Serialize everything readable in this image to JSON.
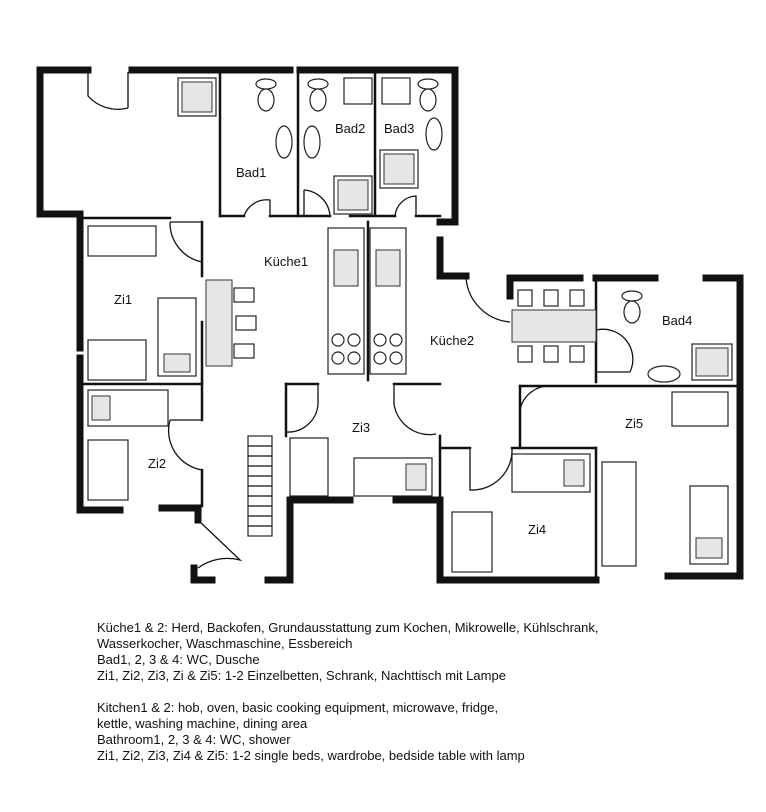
{
  "rooms": {
    "bad1": "Bad1",
    "bad2": "Bad2",
    "bad3": "Bad3",
    "bad4": "Bad4",
    "kueche1": "Küche1",
    "kueche2": "Küche2",
    "zi1": "Zi1",
    "zi2": "Zi2",
    "zi3": "Zi3",
    "zi4": "Zi4",
    "zi5": "Zi5"
  },
  "legend_de": [
    "Küche1 & 2: Herd, Backofen, Grundausstattung zum Kochen, Mikrowelle, Kühlschrank,",
    "Wasserkocher, Waschmaschine, Essbereich",
    "Bad1, 2, 3 & 4: WC, Dusche",
    "Zi1, Zi2, Zi3, Zi & Zi5: 1-2 Einzelbetten, Schrank, Nachttisch mit Lampe"
  ],
  "legend_en": [
    "Kitchen1 & 2: hob, oven, basic cooking equipment, microwave, fridge,",
    "kettle, washing machine, dining area",
    "Bathroom1, 2, 3 & 4: WC, shower",
    "Zi1, Zi2, Zi3, Zi4 & Zi5: 1-2 single beds, wardrobe, bedside table with lamp"
  ]
}
